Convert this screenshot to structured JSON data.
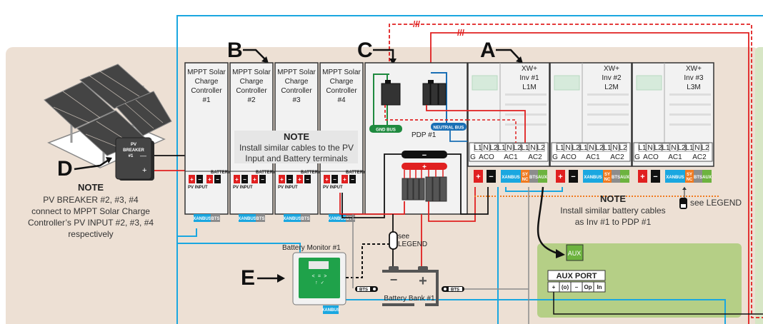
{
  "diagram": {
    "markers": {
      "a": "A",
      "b": "B",
      "c": "C",
      "d": "D",
      "e": "E"
    },
    "charge_controllers": [
      {
        "line1": "MPPT Solar",
        "line2": "Charge",
        "line3": "Controller",
        "line4": "#1"
      },
      {
        "line1": "MPPT Solar",
        "line2": "Charge",
        "line3": "Controller",
        "line4": "#2"
      },
      {
        "line1": "MPPT Solar",
        "line2": "Charge",
        "line3": "Controller",
        "line4": "#3"
      },
      {
        "line1": "MPPT Solar",
        "line2": "Charge",
        "line3": "Controller",
        "line4": "#4"
      }
    ],
    "cc_terminals": {
      "pv_input": "PV INPUT",
      "battery": "BATTERY",
      "plus": "+",
      "minus": "−",
      "xanbus": "XANBUS",
      "bts": "BTS"
    },
    "cc_note": {
      "title": "NOTE",
      "line1": "Install similar cables to the PV",
      "line2": "Input and Battery terminals"
    },
    "pdp": {
      "label": "PDP #1",
      "gnd_bus": "GND BUS",
      "neutral_bus": "NEUTRAL BUS",
      "minus": "−",
      "plus": "+"
    },
    "inverters": [
      {
        "line1": "XW+",
        "line2": "Inv #1",
        "line3": "L1M"
      },
      {
        "line1": "XW+",
        "line2": "Inv #2",
        "line3": "L2M"
      },
      {
        "line1": "XW+",
        "line2": "Inv #3",
        "line3": "L3M"
      }
    ],
    "inv_terminals": {
      "top": [
        "L1",
        "N",
        "L2",
        "L1",
        "N",
        "L2",
        "L1",
        "N",
        "L2"
      ],
      "groups": [
        "G",
        "ACO",
        "AC1",
        "AC2"
      ],
      "ports": {
        "plus": "+",
        "minus": "−",
        "xanbus": "XANBUS",
        "sync1": "SY",
        "sync2": "NC",
        "bts": "BTS",
        "aux": "AUX"
      }
    },
    "pv_breaker": {
      "line1": "PV",
      "line2": "BREAKER",
      "line3": "#1",
      "minus": "—",
      "plus": "+"
    },
    "pv_note": {
      "title": "NOTE",
      "line1": "PV BREAKER #2, #3, #4",
      "line2": "connect to MPPT Solar Charge",
      "line3": "Controller’s PV INPUT  #2, #3, #4",
      "line4": "respectively"
    },
    "inv_note": {
      "title": "NOTE",
      "line1": "Install similar battery cables",
      "line2": "as Inv #1 to PDP #1"
    },
    "see_legend_inv": "see LEGEND",
    "see_legend_bat1": "see",
    "see_legend_bat2": "LEGEND",
    "battery_monitor": {
      "label": "Battery Monitor #1",
      "xanbus": "XANBUS"
    },
    "battery_bank": {
      "label": "Battery Bank #1",
      "minus": "−",
      "plus": "+",
      "bts_left": "BTS",
      "bts_right": "BTS"
    },
    "aux": {
      "tag": "AUX",
      "port_title": "AUX PORT",
      "pins": [
        "+",
        "(o)",
        "–",
        "Op",
        "In"
      ]
    },
    "colors": {
      "background_zone": "#ede0d4",
      "aux_zone": "#b5cf86",
      "xanbus": "#1aa7e0",
      "bts": "#8c8c8c",
      "dc_positive": "#e02020",
      "dc_negative": "#111111",
      "gnd_bus": "#1f8a3f",
      "neutral_bus": "#1a6fb5",
      "sync": "#f07a20",
      "aux": "#6db33f"
    }
  }
}
